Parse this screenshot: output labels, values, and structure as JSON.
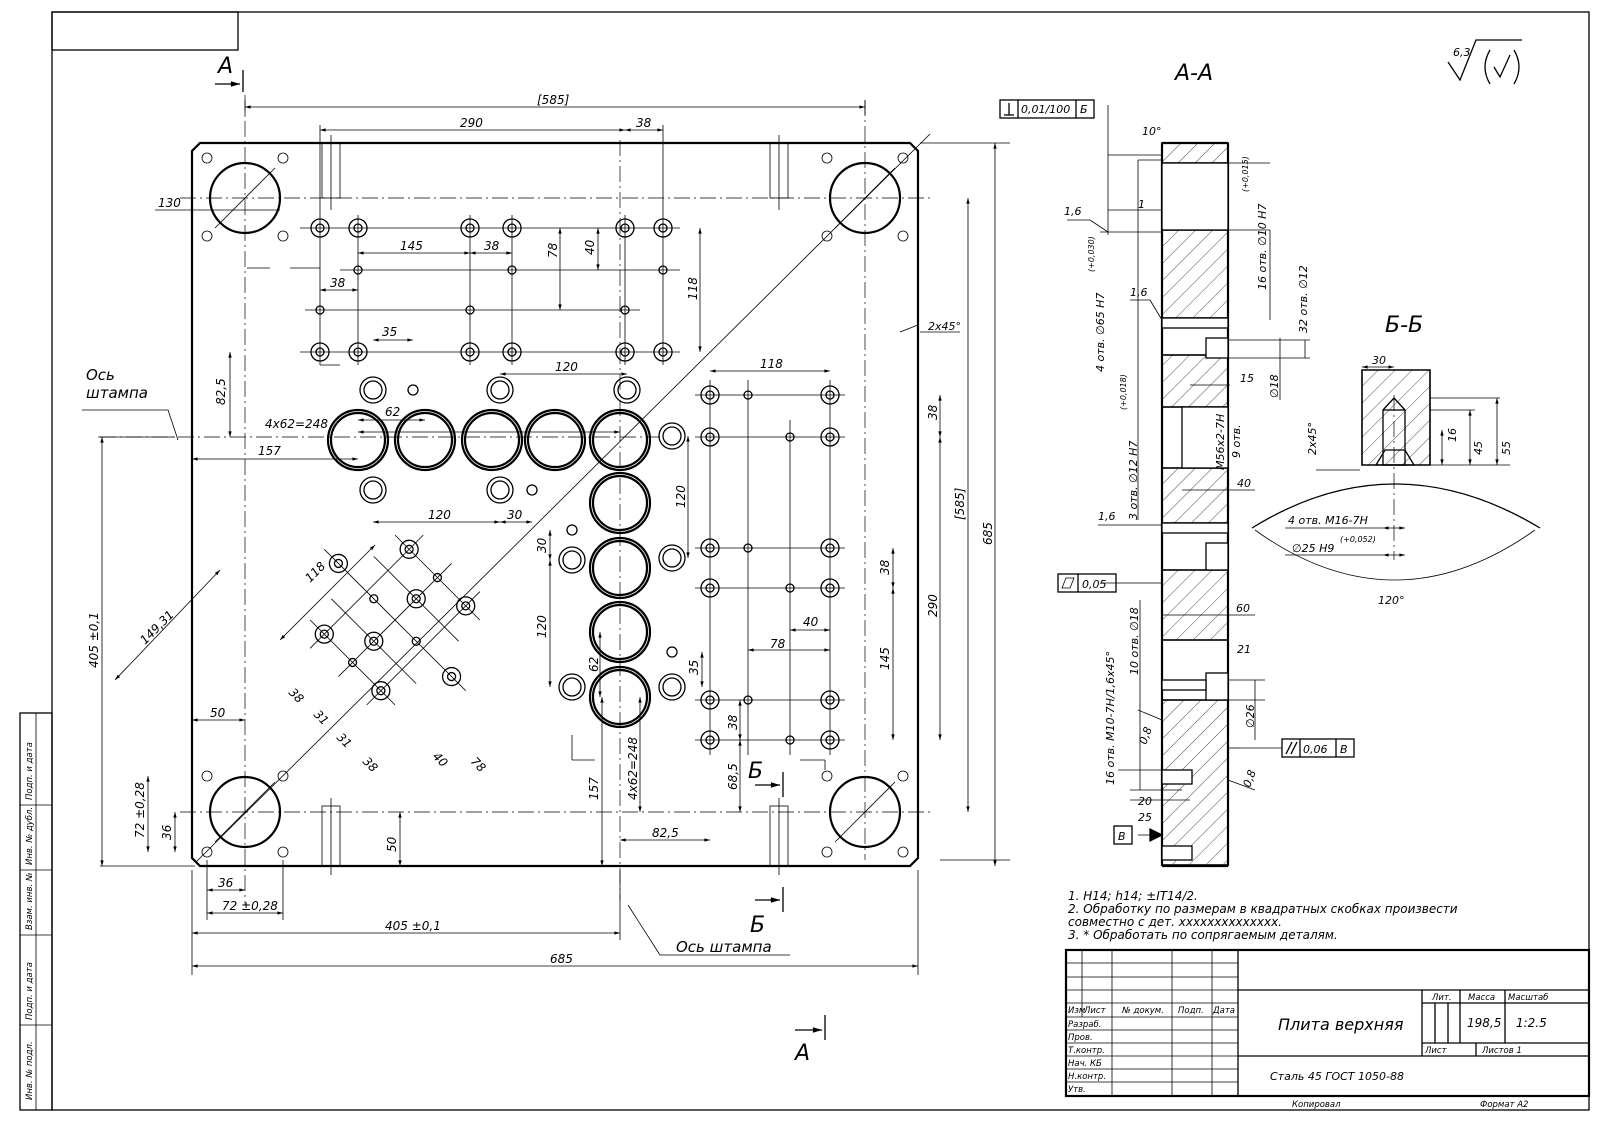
{
  "section_labels": {
    "aa": "А-А",
    "bb": "Б-Б",
    "a_mark": "А",
    "b_mark": "Б"
  },
  "roughness": {
    "value": "6,3"
  },
  "axis_label": {
    "line1": "Ось",
    "line2": "штампа",
    "bottom": "Ось штампа"
  },
  "main_dims": {
    "d585_top": "[585]",
    "d290": "290",
    "d38a": "38",
    "d130": "130",
    "d145": "145",
    "d38b": "38",
    "d78": "78",
    "d40": "40",
    "d118a": "118",
    "d38c": "38",
    "d35": "35",
    "d120a": "120",
    "d82_5": "82,5",
    "d62a": "62",
    "d4x62": "4x62=248",
    "d157": "157",
    "d120b": "120",
    "d30a": "30",
    "d118b": "118",
    "d38r": "38",
    "d585r": "[585]",
    "d685r": "685",
    "d2x45": "2x45°",
    "d120c": "120",
    "d30b": "30",
    "d120d": "120",
    "d62b": "62",
    "d35b": "35",
    "d38s": "38",
    "d290r": "290",
    "d40b": "40",
    "d145r": "145",
    "d78b": "78",
    "d38t": "38",
    "d68_5": "68,5",
    "d4x62v": "4x62=248",
    "d157v": "157",
    "d82_5b": "82,5",
    "d118c": "118",
    "d149": "149,31",
    "d38u": "38",
    "d31a": "31",
    "d31b": "31",
    "d38v": "38",
    "d40c": "40",
    "d78c": "78",
    "d405v": "405 ±0,1",
    "d50a": "50",
    "d72v": "72 ±0,28",
    "d36v": "36",
    "d50b": "50",
    "d36h": "36",
    "d72h": "72 ±0,28",
    "d405h": "405 ±0,1",
    "d685h": "685"
  },
  "aa_dims": {
    "perp": "0,01/100",
    "perp_base": "Б",
    "angle10": "10°",
    "c1_6a": "1,6",
    "d1": "1",
    "d65": "4 отв. ∅65 H7",
    "d65tol": "(+0,030)",
    "d10": "16 отв. ∅10 H7",
    "d10tol": "(+0,015)",
    "c1_6b": "1,6",
    "d12": "32 отв. ∅12",
    "d15": "15",
    "d18": "∅18",
    "d12h7": "3 отв. ∅12 H7",
    "d12tol": "(+0,018)",
    "m56": "M56x2-7H",
    "m56n": "9 отв.",
    "d40": "40",
    "c1_6c": "1,6",
    "flat": "0,05",
    "d60": "60",
    "d18b": "10 отв. ∅18",
    "m10": "16 отв. M10-7H/1,6x45°",
    "d21": "21",
    "d26": "∅26",
    "par": "0,06",
    "par_base": "В",
    "c0_8a": "0,8",
    "c0_8b": "0,8",
    "d20": "20",
    "d25": "25",
    "base_b": "В"
  },
  "bb_dims": {
    "d30": "30",
    "c2x45": "2x45°",
    "d16": "16",
    "d45": "45",
    "d55": "55",
    "m16": "4 отв. M16-7H",
    "d25h9": "∅25 H9",
    "d25tol": "(+0,052)",
    "ang120": "120°"
  },
  "notes": [
    "1. H14; h14; ±IT14/2.",
    "2. Обработку по размерам в квадратных скобках произвести",
    "совместно с дет. xxxxxxxxxxxxxx.",
    "3. * Обработать по сопрягаемым деталям."
  ],
  "title_block": {
    "headers": {
      "izm": "Изм",
      "list": "Лист",
      "doc": "№ докум.",
      "sign": "Подп.",
      "date": "Дата"
    },
    "rows": [
      "Разраб.",
      "Пров.",
      "Т.контр.",
      "Нач. КБ",
      "Н.контр.",
      "Утв."
    ],
    "title": "Плита верхняя",
    "material": "Сталь 45 ГОСТ 1050-88",
    "lit": "Лит.",
    "mass_label": "Масса",
    "scale_label": "Масштаб",
    "mass": "198,5",
    "scale": "1:2.5",
    "sheet": "Лист",
    "sheets": "Листов 1",
    "copied": "Копировал",
    "format": "Формат А2"
  },
  "side_stamp": [
    "Подп. и дата",
    "Инв. № дубл.",
    "Взам. инв. №",
    "Подп. и дата",
    "Инв. № подл."
  ]
}
